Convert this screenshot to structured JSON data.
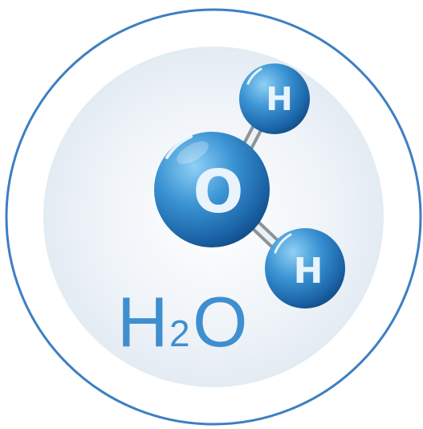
{
  "formula": {
    "element_h": "H",
    "subscript": "2",
    "element_o": "O"
  },
  "atoms": {
    "oxygen_label": "O",
    "hydrogen_top_label": "H",
    "hydrogen_bottom_label": "H"
  },
  "colors": {
    "ring_stroke": "#3d7fc1",
    "inner_glow": "#e7eef5",
    "atom_base": "#1f73b8",
    "atom_highlight": "#7cc3f1",
    "bond": "#c9ced4",
    "formula_text": "#3f8fd0"
  }
}
